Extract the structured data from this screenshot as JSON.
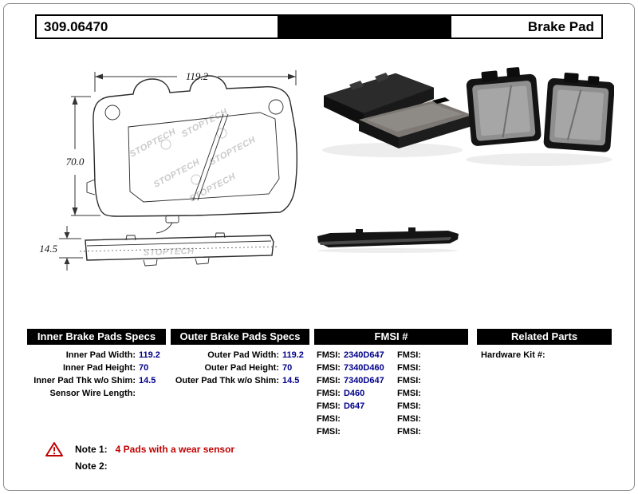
{
  "header": {
    "part_number": "309.06470",
    "product_title": "Brake Pad"
  },
  "drawing": {
    "watermark": "STOPTECH",
    "dims": {
      "width": "119.2",
      "height": "70.0",
      "thickness": "14.5"
    }
  },
  "specs": {
    "inner": {
      "title": "Inner Brake Pads Specs",
      "rows": [
        {
          "label": "Inner Pad Width:",
          "value": "119.2"
        },
        {
          "label": "Inner Pad Height:",
          "value": "70"
        },
        {
          "label": "Inner Pad Thk w/o Shim:",
          "value": "14.5"
        },
        {
          "label": "Sensor Wire Length:",
          "value": ""
        }
      ]
    },
    "outer": {
      "title": "Outer Brake Pads Specs",
      "rows": [
        {
          "label": "Outer Pad Width:",
          "value": "119.2"
        },
        {
          "label": "Outer Pad Height:",
          "value": "70"
        },
        {
          "label": "Outer Pad Thk w/o Shim:",
          "value": "14.5"
        }
      ]
    },
    "fmsi": {
      "title": "FMSI #",
      "left_rows": [
        {
          "label": "FMSI:",
          "value": "2340D647"
        },
        {
          "label": "FMSI:",
          "value": "7340D460"
        },
        {
          "label": "FMSI:",
          "value": "7340D647"
        },
        {
          "label": "FMSI:",
          "value": "D460"
        },
        {
          "label": "FMSI:",
          "value": "D647"
        },
        {
          "label": "FMSI:",
          "value": ""
        },
        {
          "label": "FMSI:",
          "value": ""
        }
      ],
      "right_rows": [
        {
          "label": "FMSI:",
          "value": ""
        },
        {
          "label": "FMSI:",
          "value": ""
        },
        {
          "label": "FMSI:",
          "value": ""
        },
        {
          "label": "FMSI:",
          "value": ""
        },
        {
          "label": "FMSI:",
          "value": ""
        },
        {
          "label": "FMSI:",
          "value": ""
        },
        {
          "label": "FMSI:",
          "value": ""
        }
      ]
    },
    "related": {
      "title": "Related Parts",
      "rows": [
        {
          "label": "Hardware Kit #:",
          "value": ""
        }
      ]
    }
  },
  "notes": {
    "note1_label": "Note 1:",
    "note1_text": "4 Pads with a wear sensor",
    "note2_label": "Note 2:",
    "note2_text": ""
  },
  "colors": {
    "value_text": "#00008B",
    "note_red": "#C00000",
    "header_bg": "#000000"
  }
}
